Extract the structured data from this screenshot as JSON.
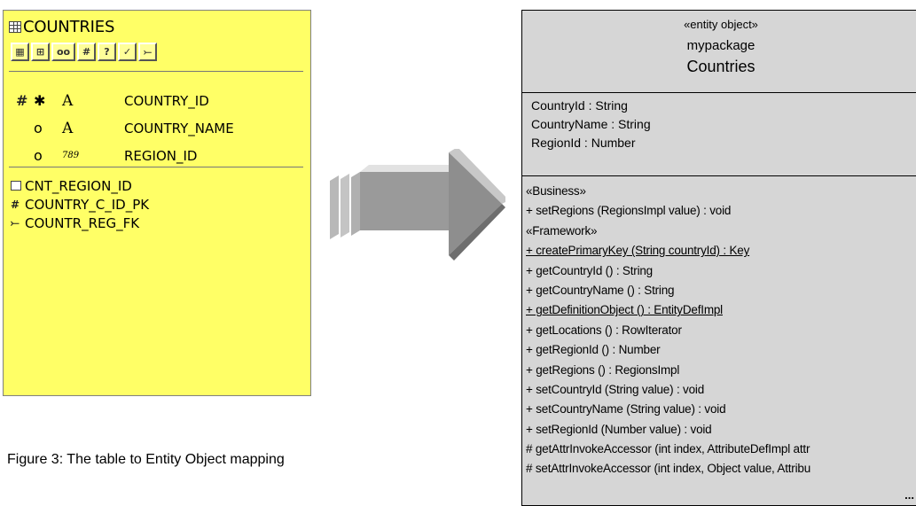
{
  "db_table": {
    "name": "COUNTRIES",
    "toolbar": [
      "tb-grid-icon",
      "tb-index-icon",
      "tb-glasses-icon",
      "tb-hash-icon",
      "tb-key-icon",
      "tb-check-icon",
      "tb-fk-icon"
    ],
    "columns": [
      {
        "key_symbol": "#",
        "flag_symbol": "✱",
        "type_symbol": "A",
        "name": "COUNTRY_ID"
      },
      {
        "key_symbol": "",
        "flag_symbol": "o",
        "type_symbol": "A",
        "name": "COUNTRY_NAME"
      },
      {
        "key_symbol": "",
        "flag_symbol": "o",
        "type_symbol": "789",
        "name": "REGION_ID"
      }
    ],
    "constraints": [
      {
        "icon": "index-icon",
        "symbol": "",
        "name": "CNT_REGION_ID"
      },
      {
        "icon": "primary-key-icon",
        "symbol": "#",
        "name": "COUNTRY_C_ID_PK"
      },
      {
        "icon": "foreign-key-icon",
        "symbol": "⤚",
        "name": "COUNTR_REG_FK"
      }
    ]
  },
  "entity": {
    "stereotype": "«entity object»",
    "package": "mypackage",
    "name": "Countries",
    "attributes": [
      "CountryId  : String",
      "CountryName  : String",
      "RegionId  : Number"
    ],
    "operations": [
      {
        "text": "«Business»",
        "underline": false
      },
      {
        "text": "+ setRegions (RegionsImpl value) : void",
        "underline": false
      },
      {
        "text": "«Framework»",
        "underline": false
      },
      {
        "text": "+ createPrimaryKey (String countryId) : Key",
        "underline": true
      },
      {
        "text": "+ getCountryId () : String",
        "underline": false
      },
      {
        "text": "+ getCountryName () : String",
        "underline": false
      },
      {
        "text": "+ getDefinitionObject () : EntityDefImpl",
        "underline": true
      },
      {
        "text": "+ getLocations () : RowIterator",
        "underline": false
      },
      {
        "text": "+ getRegionId () : Number",
        "underline": false
      },
      {
        "text": "+ getRegions () : RegionsImpl",
        "underline": false
      },
      {
        "text": "+ setCountryId (String value) : void",
        "underline": false
      },
      {
        "text": "+ setCountryName (String value) : void",
        "underline": false
      },
      {
        "text": "+ setRegionId (Number value) : void",
        "underline": false
      },
      {
        "text": "# getAttrInvokeAccessor (int index, AttributeDefImpl attr",
        "underline": false
      },
      {
        "text": "# setAttrInvokeAccessor (int index, Object value, Attribu",
        "underline": false
      }
    ],
    "ellipsis": "..."
  },
  "caption": "Figure 3: The table to Entity Object mapping",
  "colors": {
    "table_bg": "#ffff66",
    "entity_bg": "#d6d6d6",
    "arrow": "#a6a6a6"
  }
}
